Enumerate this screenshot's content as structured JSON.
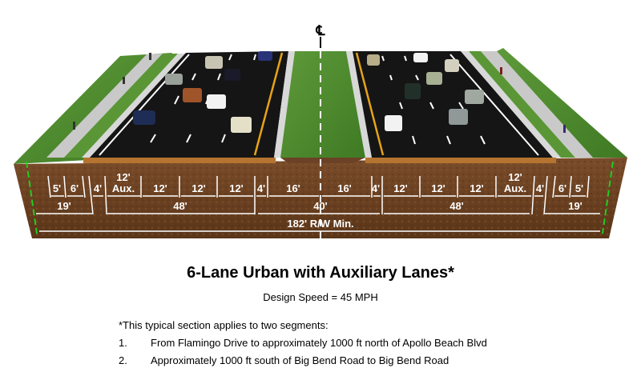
{
  "diagram": {
    "centerline_label": "℄",
    "left_dimensions": {
      "sidewalk": "5'",
      "grass_strip": "6'",
      "buffer": "4'",
      "aux_lane_num": "12'",
      "aux_lane_label": "Aux.",
      "lane1": "12'",
      "lane2": "12'",
      "lane3": "12'",
      "inside_shoulder": "4'",
      "median_half": "16'",
      "border_total": "19'",
      "roadway_total": "48'"
    },
    "right_dimensions": {
      "median_half": "16'",
      "inside_shoulder": "4'",
      "lane1": "12'",
      "lane2": "12'",
      "lane3": "12'",
      "aux_lane_num": "12'",
      "aux_lane_label": "Aux.",
      "buffer": "4'",
      "grass_strip": "6'",
      "sidewalk": "5'",
      "roadway_total": "48'",
      "border_total": "19'"
    },
    "median_total": "40'",
    "row_total": "182' R/W Min.",
    "colors": {
      "soil": "#6b4226",
      "grass": "#4f8a2e",
      "asphalt": "#151515",
      "sidewalk": "#c8c8c8",
      "yellow_line": "#e8a317",
      "base_course": "#b5742f",
      "row_line": "#22cc22"
    }
  },
  "caption": {
    "title": "6-Lane Urban with Auxiliary Lanes*",
    "design_speed": "Design Speed = 45 MPH",
    "note": "*This typical section applies to two segments:",
    "segments": [
      {
        "number": "1.",
        "text": "From Flamingo Drive to approximately 1000 ft  north of Apollo Beach Blvd"
      },
      {
        "number": "2.",
        "text": "Approximately 1000 ft south of Big Bend Road to Big Bend Road"
      }
    ]
  }
}
